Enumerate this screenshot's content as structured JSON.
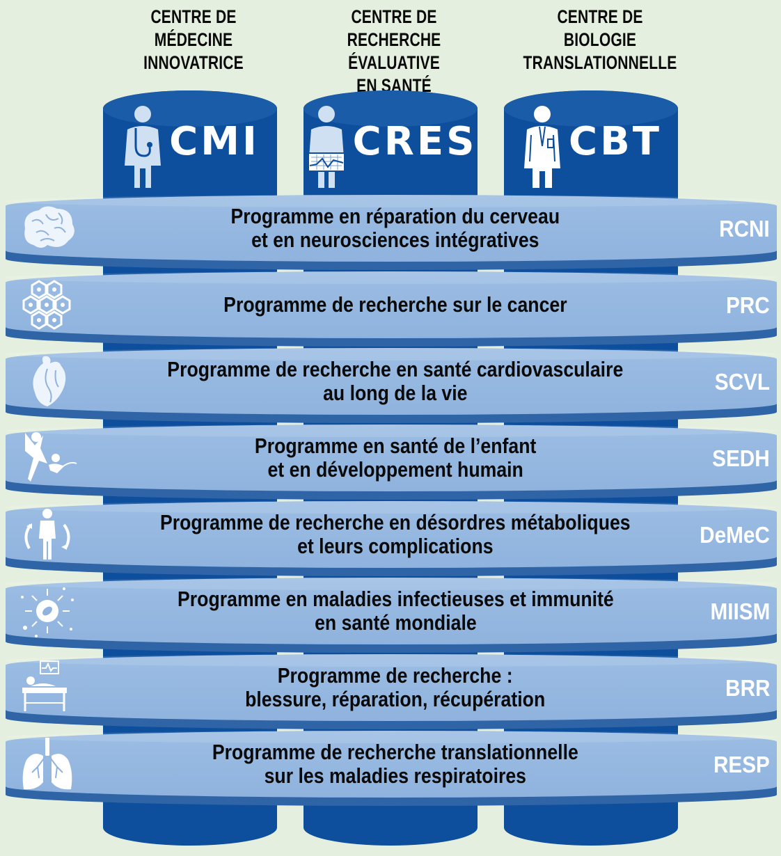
{
  "centres": [
    {
      "name": "CENTRE DE\nMÉDECINE\nINNOVATRICE",
      "abbr": "CMI",
      "icon": "doctor-stethoscope-icon"
    },
    {
      "name": "CENTRE DE\nRECHERCHE ÉVALUATIVE\nEN SANTÉ",
      "abbr": "CRES",
      "icon": "patient-chart-icon"
    },
    {
      "name": "CENTRE DE\nBIOLOGIE\nTRANSLATIONNELLE",
      "abbr": "CBT",
      "icon": "lab-coat-icon"
    }
  ],
  "programs": [
    {
      "name": "Programme en réparation du cerveau\net en neurosciences intégratives",
      "abbr": "RCNI",
      "icon": "brain-icon"
    },
    {
      "name": "Programme de recherche sur le cancer",
      "abbr": "PRC",
      "icon": "cells-icon"
    },
    {
      "name": "Programme de recherche en santé cardiovasculaire\nau long de la vie",
      "abbr": "SCVL",
      "icon": "heart-icon"
    },
    {
      "name": "Programme en santé de l’enfant\net en développement humain",
      "abbr": "SEDH",
      "icon": "child-development-icon"
    },
    {
      "name": "Programme de recherche en désordres métaboliques\net leurs complications",
      "abbr": "DeMeC",
      "icon": "metabolism-person-icon"
    },
    {
      "name": "Programme en maladies infectieuses et immunité\nen santé mondiale",
      "abbr": "MIISM",
      "icon": "virus-icon"
    },
    {
      "name": "Programme de recherche :\nblessure, réparation, récupération",
      "abbr": "BRR",
      "icon": "hospital-bed-icon"
    },
    {
      "name": "Programme de recherche translationnelle\nsur les maladies respiratoires",
      "abbr": "RESP",
      "icon": "lungs-icon"
    }
  ],
  "colors": {
    "background": "#e5efdf",
    "pillar": "#0d4f9c",
    "band": "#9cbde3",
    "band_edge": "#2f64a6",
    "abbr_text": "#ffffff",
    "body_text": "#0a0a0a"
  }
}
